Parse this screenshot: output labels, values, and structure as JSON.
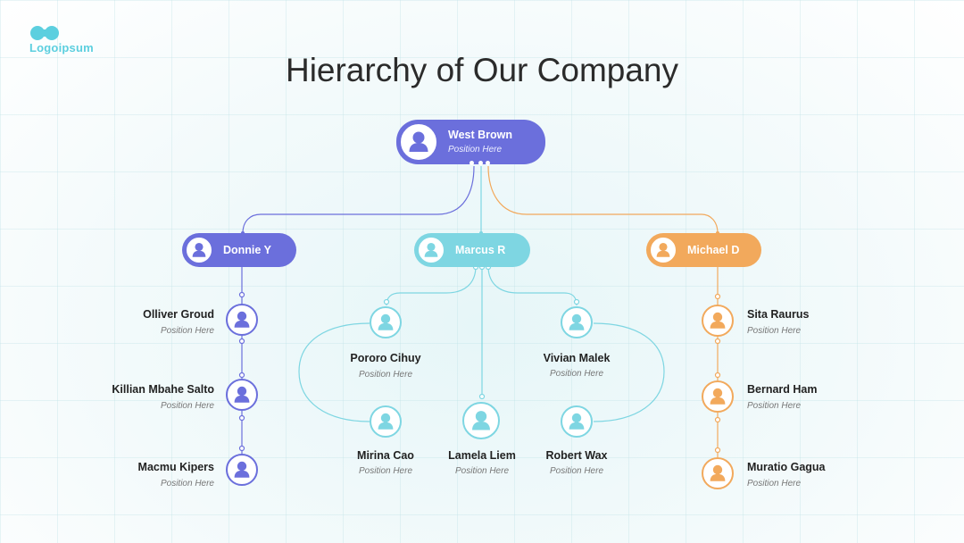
{
  "brand": {
    "logo_text": "Logoipsum",
    "color": "#5ccfdf"
  },
  "title": "Hierarchy of Our Company",
  "colors": {
    "purple": "#6b6fdc",
    "teal": "#7ed6e2",
    "orange": "#f2a95c"
  },
  "ceo": {
    "name": "West Brown",
    "position": "Position Here"
  },
  "managers": [
    {
      "name": "Donnie Y"
    },
    {
      "name": "Marcus R"
    },
    {
      "name": "Michael D"
    }
  ],
  "team_left": [
    {
      "name": "Olliver Groud",
      "position": "Position Here"
    },
    {
      "name": "Killian Mbahe Salto",
      "position": "Position Here"
    },
    {
      "name": "Macmu Kipers",
      "position": "Position Here"
    }
  ],
  "team_center": [
    {
      "name": "Pororo Cihuy",
      "position": "Position Here"
    },
    {
      "name": "Vivian Malek",
      "position": "Position Here"
    },
    {
      "name": "Mirina Cao",
      "position": "Position Here"
    },
    {
      "name": "Lamela Liem",
      "position": "Position Here"
    },
    {
      "name": "Robert Wax",
      "position": "Position Here"
    }
  ],
  "team_right": [
    {
      "name": "Sita Raurus",
      "position": "Position Here"
    },
    {
      "name": "Bernard Ham",
      "position": "Position Here"
    },
    {
      "name": "Muratio Gagua",
      "position": "Position Here"
    }
  ]
}
